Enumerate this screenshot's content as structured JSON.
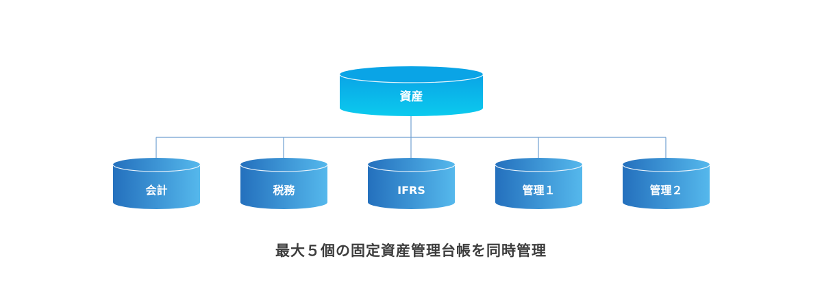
{
  "diagram": {
    "root": {
      "label": "資産"
    },
    "children": [
      {
        "label": "会計"
      },
      {
        "label": "税務"
      },
      {
        "label": "IFRS"
      },
      {
        "label": "管理１"
      },
      {
        "label": "管理２"
      }
    ]
  },
  "caption": "最大５個の固定資産管理台帳を同時管理",
  "colors": {
    "root_top": "#0aa4e6",
    "root_bottom": "#0bcaee",
    "child_left": "#2470bd",
    "child_right": "#55b8ec",
    "connector": "#6f9fd0",
    "caption_text": "#3d3d3d"
  }
}
